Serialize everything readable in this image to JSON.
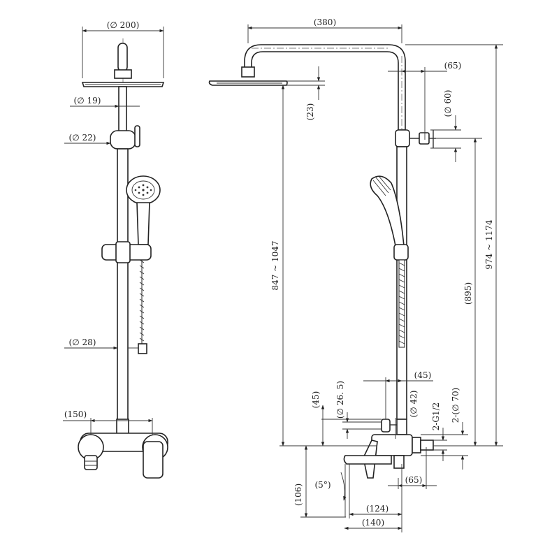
{
  "dimensions": {
    "head_diameter": "(∅ 200)",
    "pipe_19": "(∅ 19)",
    "pipe_22": "(∅ 22)",
    "pipe_28": "(∅ 28)",
    "mixer_width": "(150)",
    "arm_reach": "(380)",
    "arm_offset": "(65)",
    "head_depth": "(23)",
    "knob_diameter": "(∅ 60)",
    "total_height": "974 ~ 1174",
    "head_height": "847 ~ 1047",
    "bar_height": "(895)",
    "spout_offset": "(45)",
    "diverter_offset": "(45)",
    "diverter_diameter": "(∅ 26. 5)",
    "connector_diameter": "(∅ 42)",
    "thread": "2-G1/2",
    "escutcheon_diameter": "2-(∅ 70)",
    "spout_angle": "(5°)",
    "spout_height": "(106)",
    "spout_length_124": "(124)",
    "spout_length_140": "(140)",
    "bottom_offset": "(65)"
  }
}
